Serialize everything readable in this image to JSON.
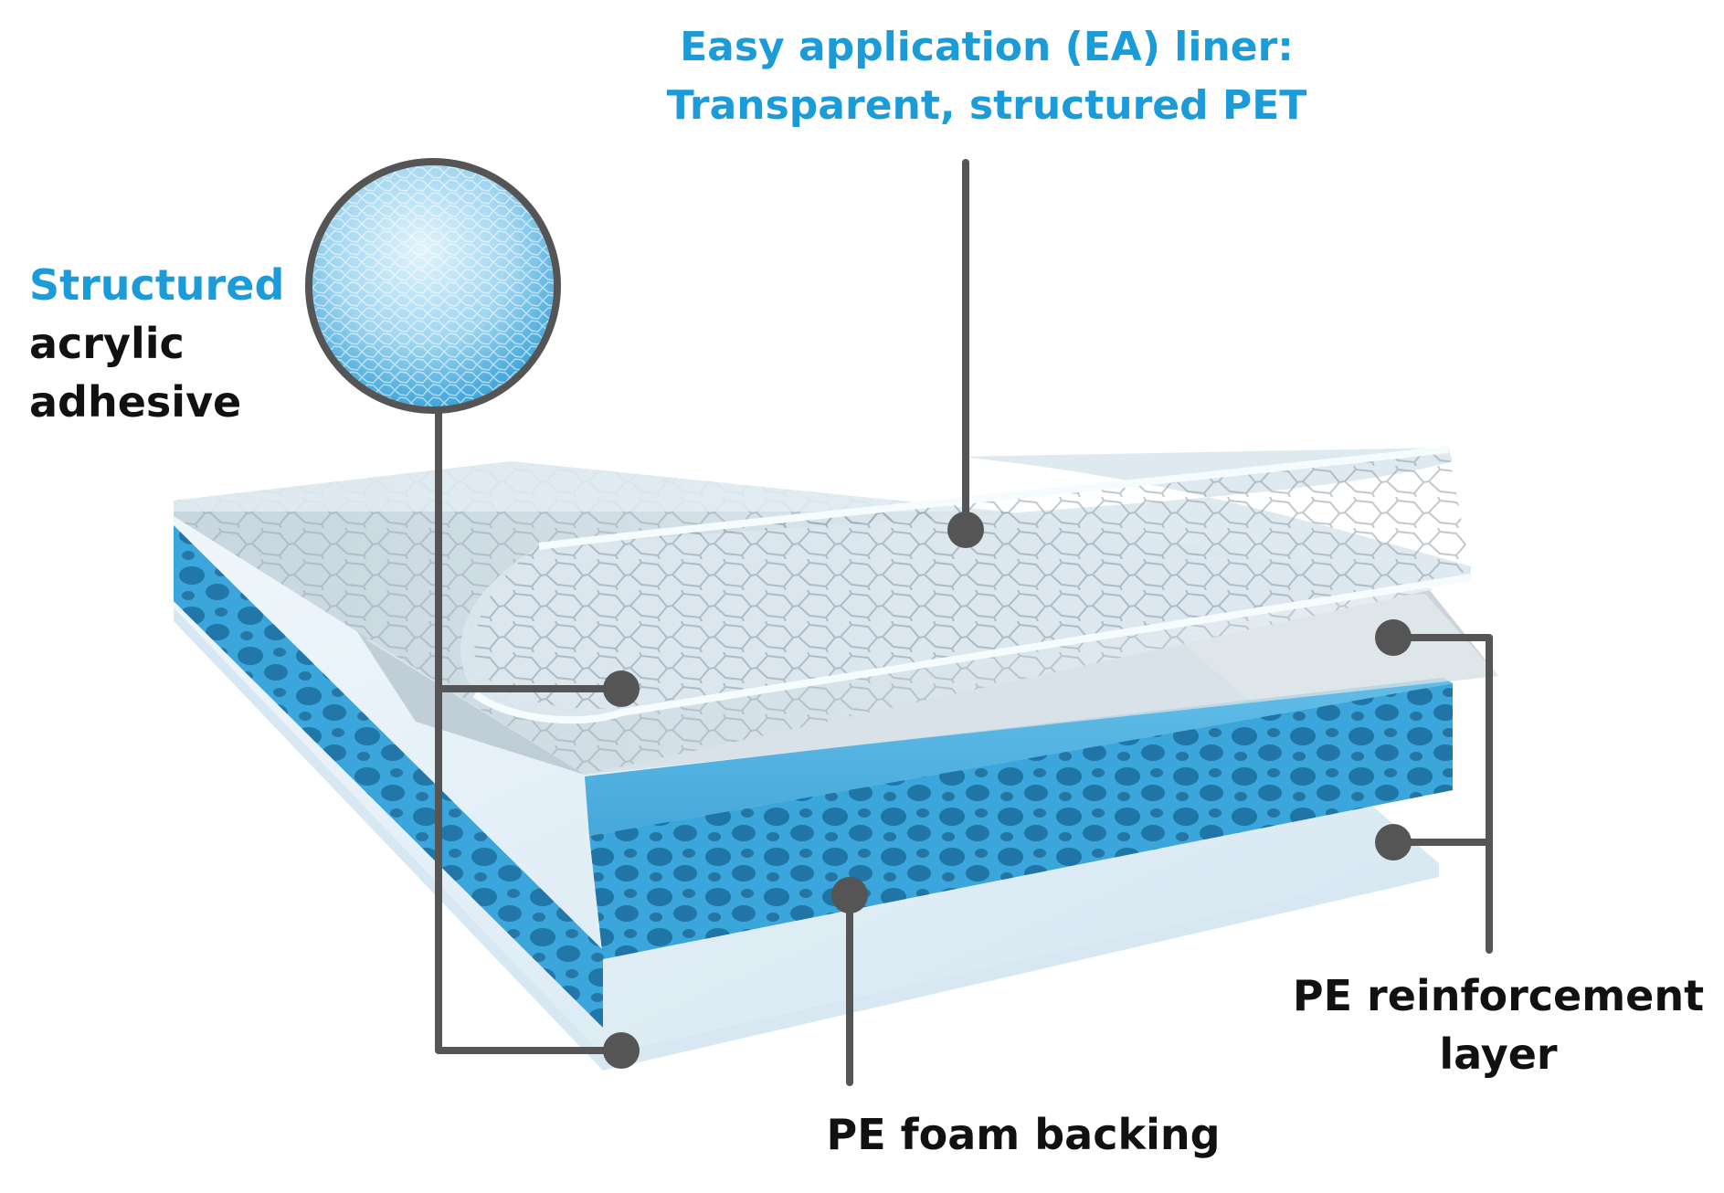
{
  "labels": {
    "ea_liner": {
      "line1": "Easy application (EA) liner:",
      "line2": "Transparent, structured PET"
    },
    "adhesive": {
      "line1": "Structured",
      "line2": "acrylic",
      "line3": "adhesive"
    },
    "foam": {
      "line1": "PE foam backing"
    },
    "reinforcement": {
      "line1": "PE reinforcement",
      "line2": "layer"
    }
  },
  "colors": {
    "accent": "#1b9bd7",
    "text": "#111111",
    "leader": "#555555",
    "foam": "#3aa6dc",
    "foam_dark": "#1f7fb5",
    "film": "#dcecf6"
  }
}
